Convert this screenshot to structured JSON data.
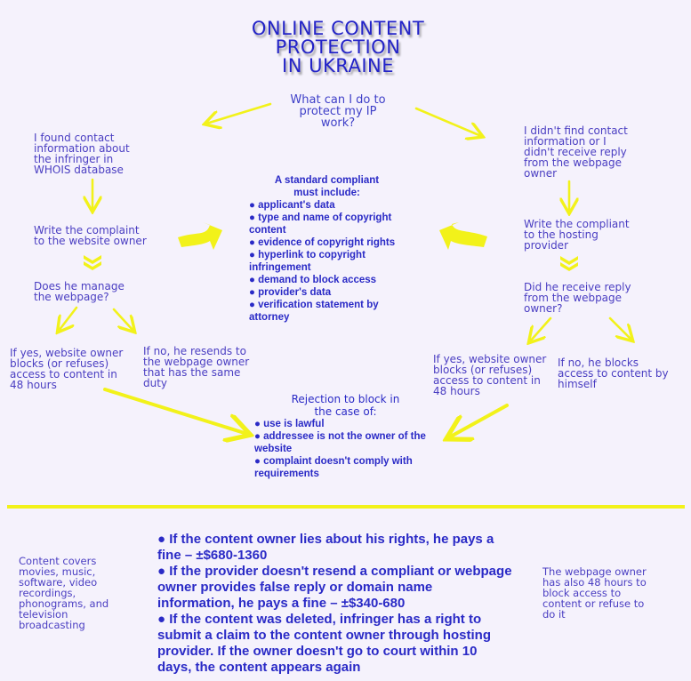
{
  "title": [
    "ONLINE CONTENT",
    "PROTECTION",
    "IN UKRAINE"
  ],
  "question": [
    "What can I do to",
    "protect my IP",
    "work?"
  ],
  "left_branch": {
    "found": [
      "I found contact",
      "information about",
      "the infringer in",
      "WHOIS database"
    ],
    "write": [
      "Write the complaint",
      "to the website owner"
    ],
    "manage": [
      "Does he manage",
      "the webpage?"
    ],
    "yes": [
      "If yes, website owner",
      "blocks (or refuses)",
      "access to content in",
      "48 hours"
    ],
    "no": [
      "If no, he resends to",
      "the webpage owner",
      "that has the same",
      "duty"
    ]
  },
  "right_branch": {
    "not_found": [
      "I didn't find contact",
      "information or I",
      "didn't receive reply",
      "from the webpage",
      "owner"
    ],
    "write": [
      "Write the compliant",
      "to the hosting",
      "provider"
    ],
    "receive": [
      "Did he receive reply",
      "from the webpage",
      "owner?"
    ],
    "yes": [
      "If yes, website owner",
      "blocks (or refuses)",
      "access to content in",
      "48 hours"
    ],
    "no": [
      "If no, he blocks",
      "access to content by",
      "himself"
    ]
  },
  "standard": {
    "heading": [
      "A standard compliant",
      "must include:"
    ],
    "items": [
      "● applicant's data",
      "● type and name of copyright content",
      "● evidence of copyright rights",
      "● hyperlink to copyright infringement",
      "● demand to block access",
      "● provider's data",
      "● verification statement by attorney"
    ]
  },
  "rejection": {
    "heading": [
      "Rejection to block in",
      "the case of:"
    ],
    "items": [
      "● use is lawful",
      "● addressee is not the owner of the website",
      "● complaint doesn't comply with requirements"
    ]
  },
  "bottom": {
    "content_covers": [
      "Content covers",
      "movies, music,",
      "software, video",
      "recordings,",
      "phonograms, and",
      "television",
      "broadcasting"
    ],
    "fines": [
      "● If the content owner lies about his rights, he pays a fine – ±$680-1360",
      "● If the provider doesn't resend a compliant or webpage owner provides false reply or domain name information, he pays a fine – ±$340-680",
      "● If the content was deleted, infringer has a right to submit a claim to the content owner through hosting provider. If the owner doesn't go to court within 10 days, the content appears again"
    ],
    "webpage_owner": [
      "The webpage owner",
      "has also 48 hours to",
      "block access to",
      "content or refuse to",
      "do it"
    ]
  },
  "colors": {
    "arrow": "#f2f21a",
    "text": "#3b3fb4",
    "bold_text": "#2a2ac6",
    "background": "#f5f2fc"
  }
}
